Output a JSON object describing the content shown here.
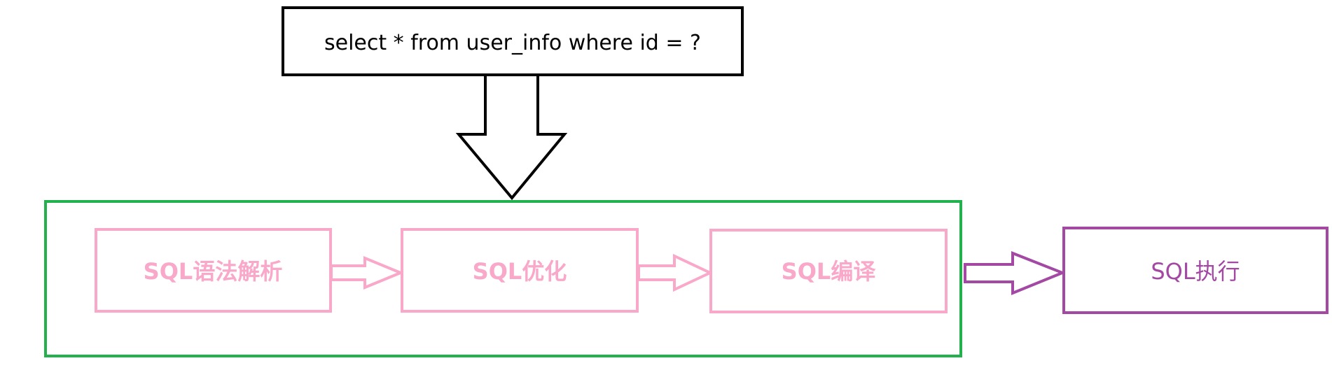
{
  "query": {
    "text": "select * from user_info where id = ?"
  },
  "steps": [
    {
      "label": "SQL语法解析"
    },
    {
      "label": "SQL优化"
    },
    {
      "label": "SQL编译"
    }
  ],
  "execution": {
    "label": "SQL执行"
  },
  "colors": {
    "query_stroke": "#000000",
    "group_stroke": "#22b14c",
    "step_stroke": "#f9a8c9",
    "step_text": "#f9a8c9",
    "execution_stroke": "#a349a4",
    "execution_text": "#a349a4"
  }
}
